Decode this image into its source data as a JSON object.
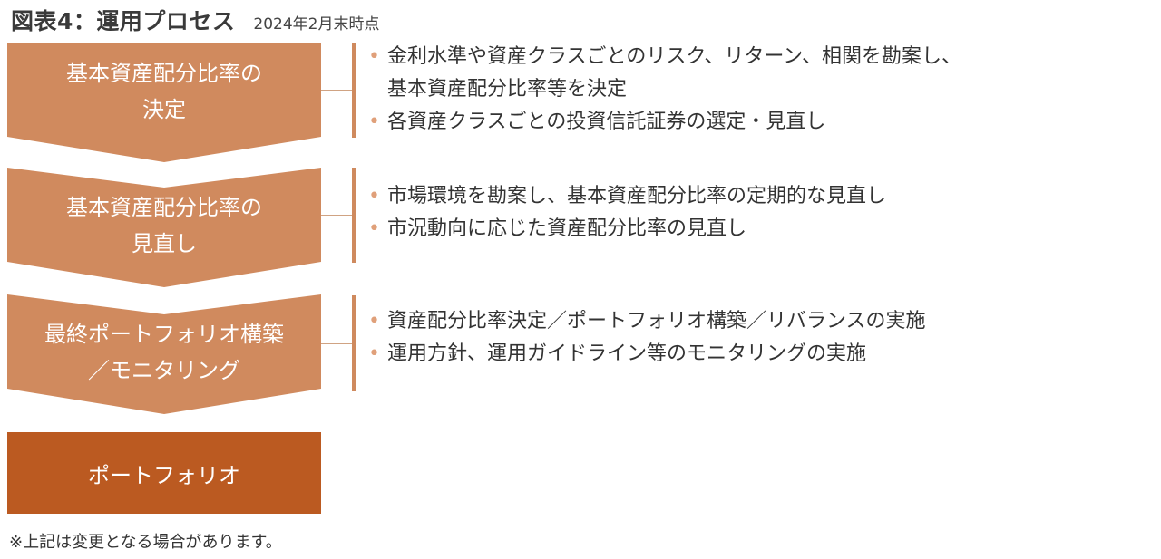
{
  "header": {
    "title": "図表4：運用プロセス",
    "subtitle": "2024年2月末時点"
  },
  "steps": [
    {
      "label_lines": [
        "基本資産配分比率の",
        "決定"
      ],
      "bullets": [
        "金利水準や資産クラスごとのリスク、リターン、相関を勘案し、\n基本資産配分比率等を決定",
        "各資産クラスごとの投資信託証券の選定・見直し"
      ]
    },
    {
      "label_lines": [
        "基本資産配分比率の",
        "見直し"
      ],
      "bullets": [
        "市場環境を勘案し、基本資産配分比率の定期的な見直し",
        "市況動向に応じた資産配分比率の見直し"
      ]
    },
    {
      "label_lines": [
        "最終ポートフォリオ構築",
        "／モニタリング"
      ],
      "bullets": [
        "資産配分比率決定／ポートフォリオ構築／リバランスの実施",
        "運用方針、運用ガイドライン等のモニタリングの実施"
      ]
    }
  ],
  "final_step": {
    "label": "ポートフォリオ"
  },
  "footnote": "※上記は変更となる場合があります。",
  "colors": {
    "chevron": "#d08a5e",
    "final_box": "#bb5a21",
    "bracket": "#cf8a5e",
    "bullet_dot": "#e0a07a"
  }
}
